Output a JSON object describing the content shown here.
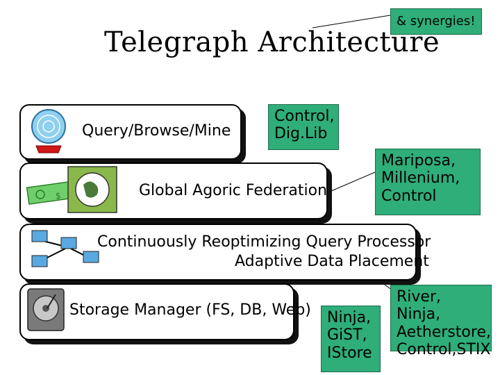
{
  "title": "Telegraph Architecture",
  "synergies_note": "& synergies!",
  "layers": [
    {
      "label": "Query/Browse/Mine",
      "icon": "crystal-ball-icon"
    },
    {
      "label": "Global Agoric Federation",
      "icon": "money-globe-icon"
    },
    {
      "label_line1": "Continuously Reoptimizing Query Processor",
      "label_line2": "Adaptive Data Placement",
      "icon": "networked-computers-icon"
    },
    {
      "label": "Storage Manager (FS, DB, Web)",
      "icon": "hard-drive-icon"
    }
  ],
  "notes": {
    "control_diglib": [
      "Control,",
      "Dig.Lib"
    ],
    "mariposa": [
      "Mariposa,",
      "Millenium,",
      "Control"
    ],
    "ninja_gist": [
      "Ninja,",
      "GiST,",
      "IStore"
    ],
    "river": [
      "River, Ninja,",
      "Aetherstore,",
      "Control,STIX"
    ]
  },
  "colors": {
    "note_fill": "#2fae7a",
    "outline": "#000000"
  }
}
